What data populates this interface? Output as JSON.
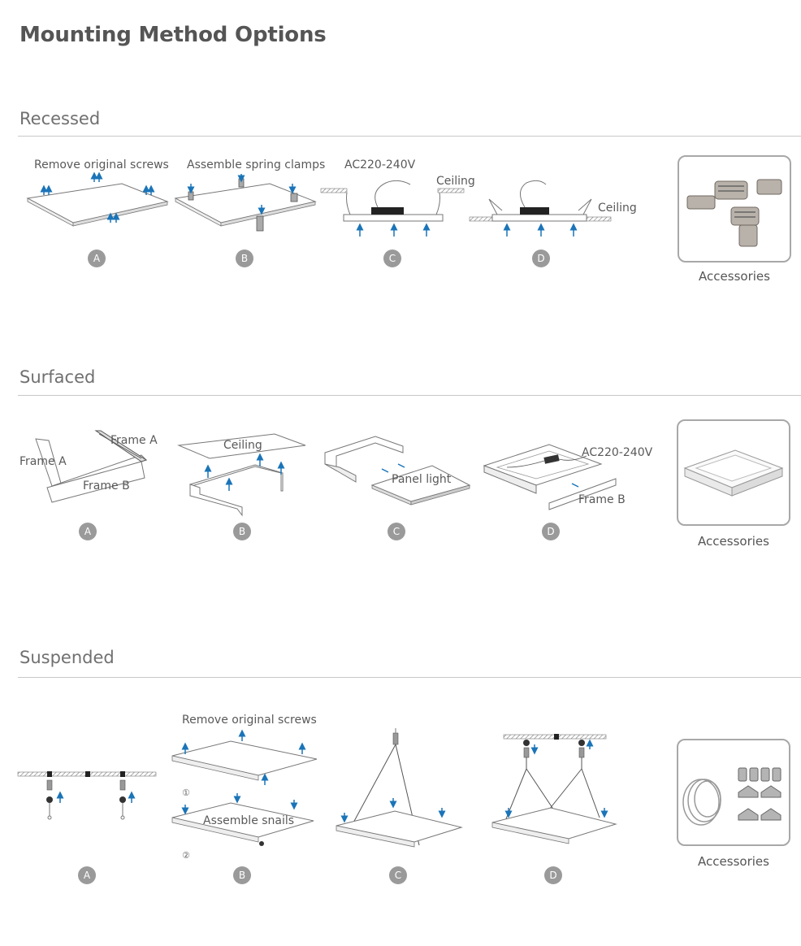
{
  "page": {
    "title": "Mounting Method Options"
  },
  "sections": {
    "recessed": {
      "title": "Recessed",
      "labels": {
        "remove_screws": "Remove original screws",
        "spring_clamps": "Assemble spring clamps",
        "voltage": "AC220-240V",
        "ceiling_c": "Ceiling",
        "ceiling_d": "Ceiling"
      },
      "steps": [
        "A",
        "B",
        "C",
        "D"
      ],
      "accessories": "Accessories"
    },
    "surfaced": {
      "title": "Surfaced",
      "labels": {
        "frame_a_1": "Frame A",
        "frame_a_2": "Frame A",
        "frame_b": "Frame B",
        "ceiling": "Ceiling",
        "panel_light": "Panel light",
        "voltage": "AC220-240V",
        "frame_b_d": "Frame B"
      },
      "steps": [
        "A",
        "B",
        "C",
        "D"
      ],
      "accessories": "Accessories"
    },
    "suspended": {
      "title": "Suspended",
      "labels": {
        "remove_screws": "Remove original screws",
        "assemble_snails": "Assemble snails",
        "step_1": "①",
        "step_2": "②"
      },
      "steps": [
        "A",
        "B",
        "C",
        "D"
      ],
      "accessories": "Accessories"
    }
  },
  "colors": {
    "arrow": "#1a74b8",
    "line": "#7a7a7a",
    "badge": "#9a9a9a",
    "driver": "#222222"
  }
}
